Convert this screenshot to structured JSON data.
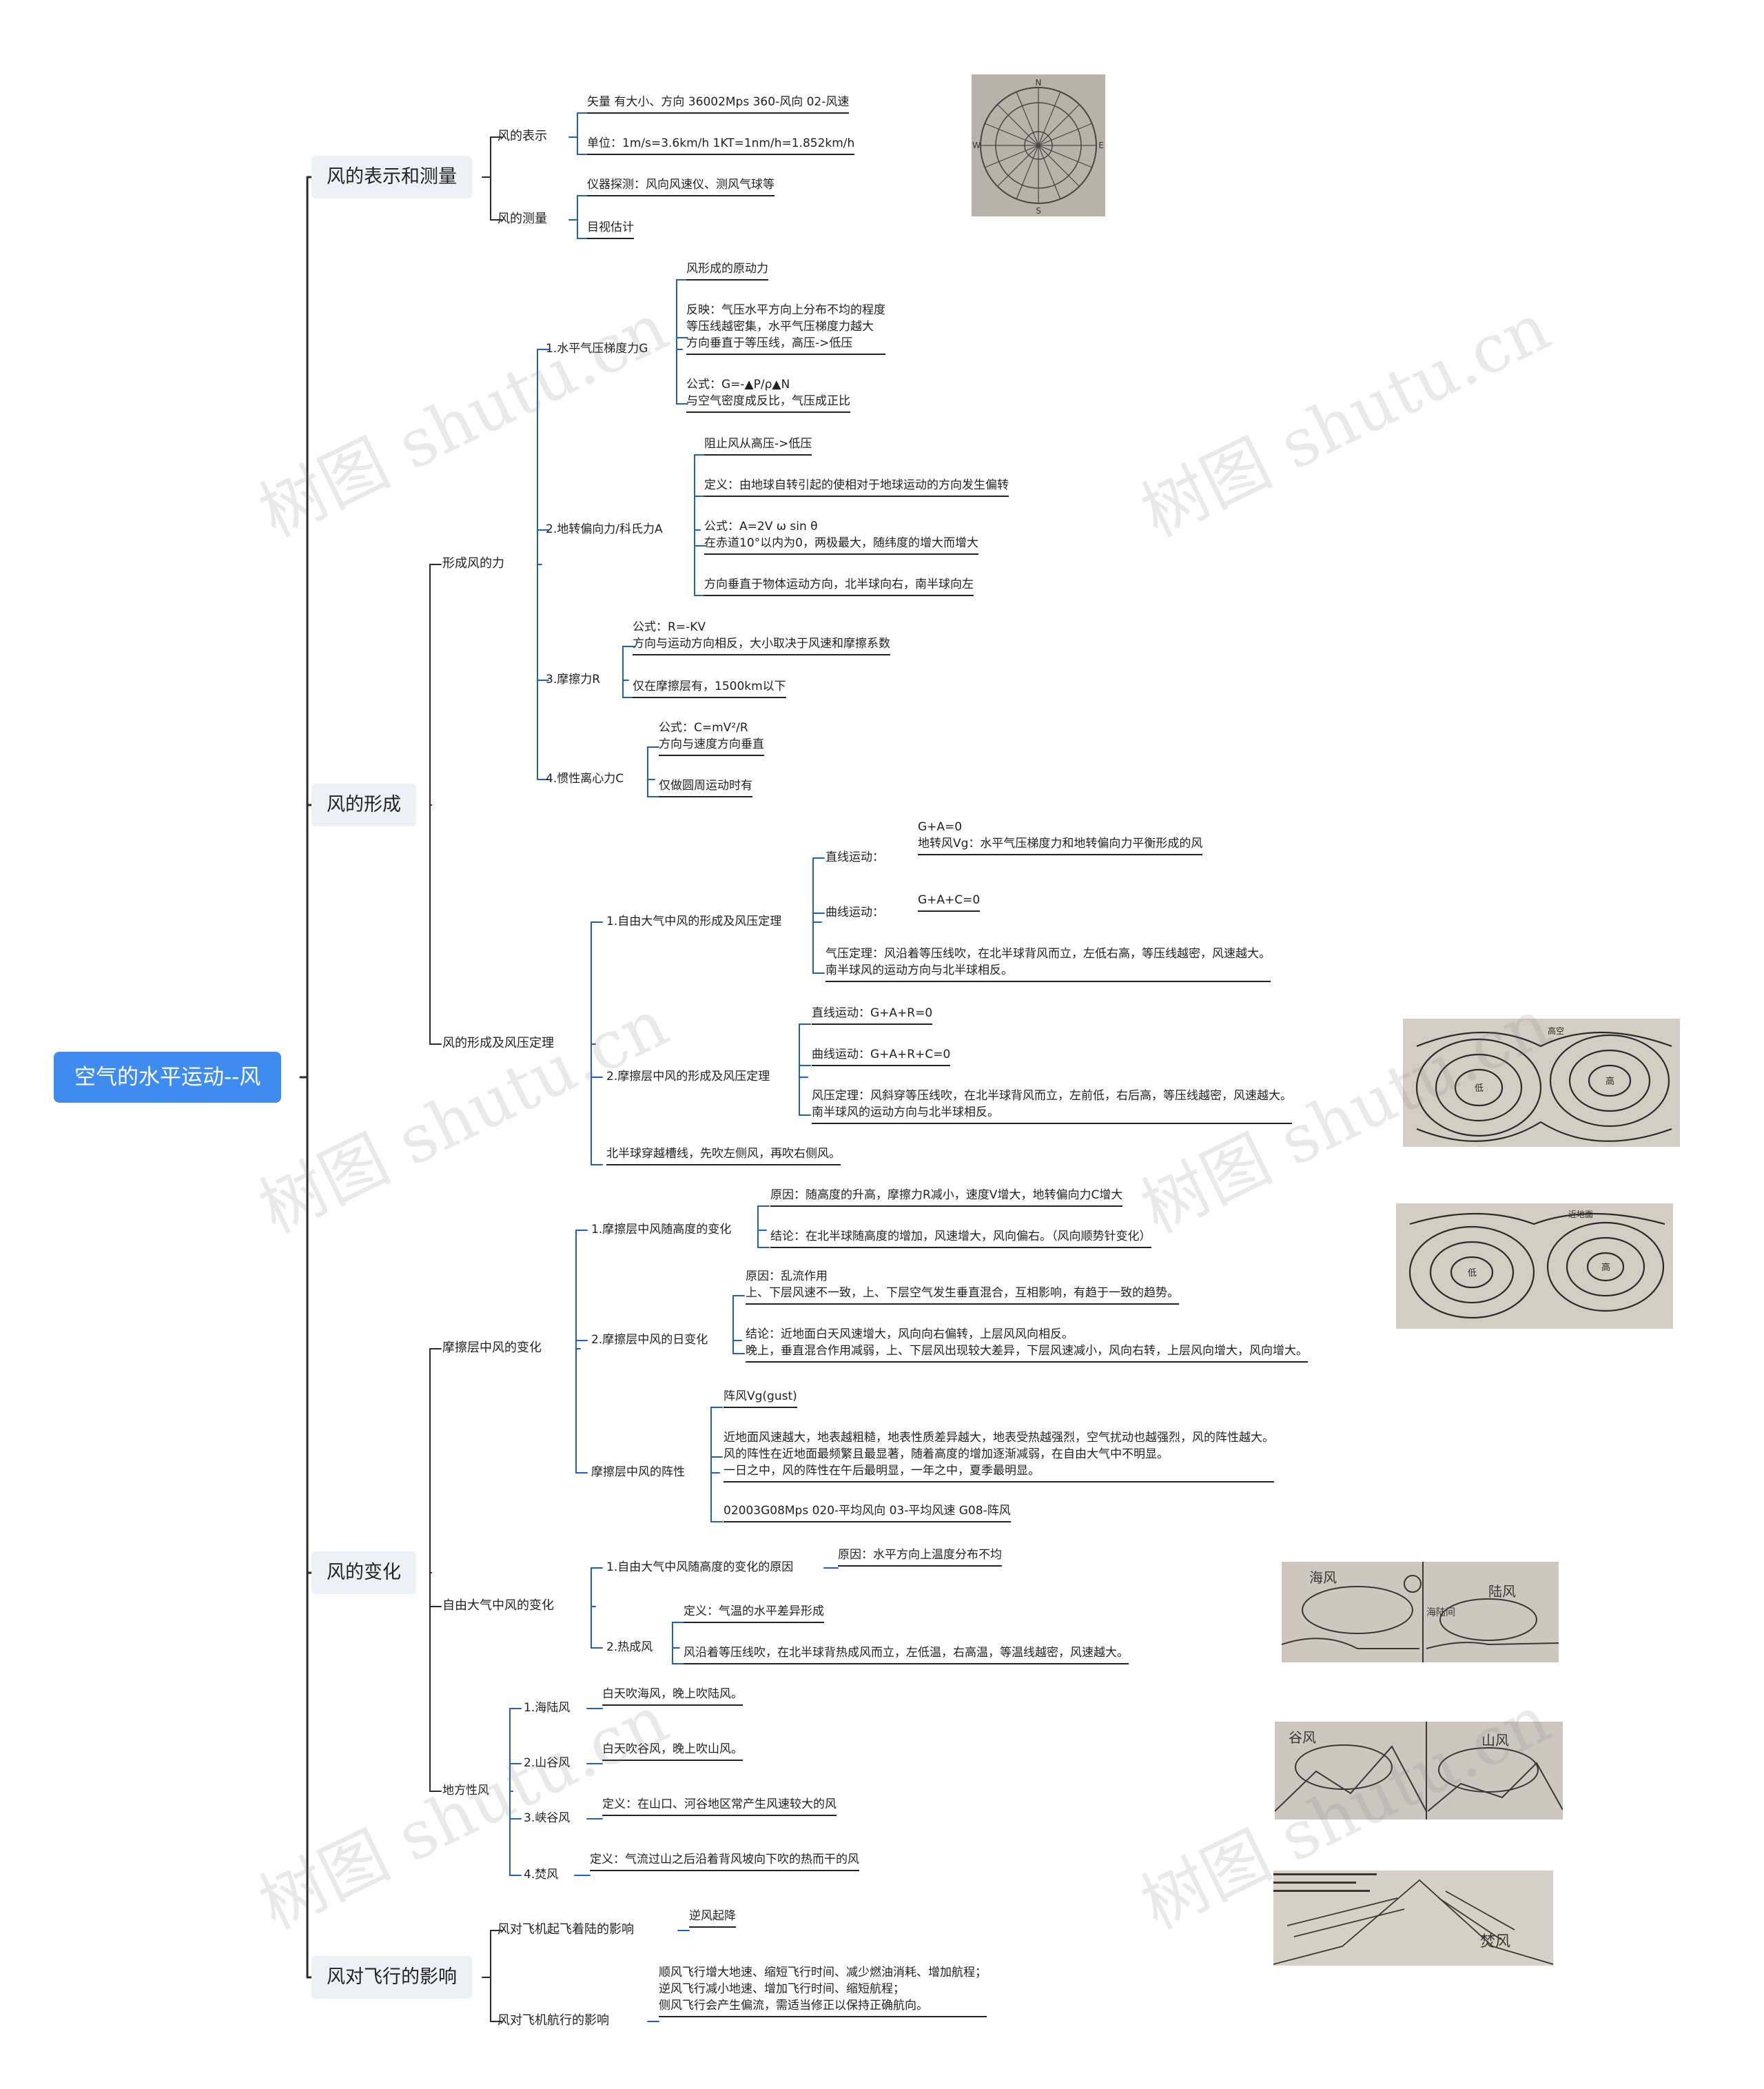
{
  "root": "空气的水平运动--风",
  "sections": {
    "s1": {
      "label": "风的表示和测量",
      "repr": "风的表示",
      "repr_leaf1": "矢量  有大小、方向       36002Mps  360-风向 02-风速",
      "repr_leaf2": "单位：1m/s=3.6km/h    1KT=1nm/h=1.852km/h",
      "meas": "风的测量",
      "meas_leaf1": "仪器探测：风向风速仪、测风气球等",
      "meas_leaf2": "目视估计"
    },
    "s2": {
      "label": "风的形成",
      "forces": "形成风的力",
      "g": "1.水平气压梯度力G",
      "g_leaf1": "风形成的原动力",
      "g_leaf2": [
        "反映：气压水平方向上分布不均的程度",
        "等压线越密集，水平气压梯度力越大",
        "方向垂直于等压线，高压->低压"
      ],
      "g_leaf3": [
        "公式：G=-▲P/ρ▲N",
        "与空气密度成反比，气压成正比"
      ],
      "a": "2.地转偏向力/科氏力A",
      "a_leaf1": "阻止风从高压->低压",
      "a_leaf2": "定义：由地球自转引起的使相对于地球运动的方向发生偏转",
      "a_leaf3": [
        "公式：A=2V ω sin θ",
        "在赤道10°以内为0，两极最大，随纬度的增大而增大"
      ],
      "a_leaf4": "方向垂直于物体运动方向，北半球向右，南半球向左",
      "r": "3.摩擦力R",
      "r_leaf1": [
        "公式：R=-KV",
        "方向与运动方向相反，大小取决于风速和摩擦系数"
      ],
      "r_leaf2": "仅在摩擦层有，1500km以下",
      "c": "4.惯性离心力C",
      "c_leaf1": [
        "公式：C=mV²/R",
        "方向与速度方向垂直"
      ],
      "c_leaf2": "仅做圆周运动时有",
      "law": "风的形成及风压定理",
      "free": "1.自由大气中风的形成及风压定理",
      "free_straight": "直线运动：",
      "free_straight_leaf": [
        "G+A=0",
        "地转风Vg：水平气压梯度力和地转偏向力平衡形成的风"
      ],
      "free_curve": "曲线运动：",
      "free_curve_leaf": "G+A+C=0",
      "free_law": [
        "气压定理：风沿着等压线吹，在北半球背风而立，左低右高，等压线越密，风速越大。",
        "南半球风的运动方向与北半球相反。"
      ],
      "fric": "2.摩擦层中风的形成及风压定理",
      "fric_leaf1": "直线运动：G+A+R=0",
      "fric_leaf2": "曲线运动：G+A+R+C=0",
      "fric_leaf3": [
        "风压定理：风斜穿等压线吹，在北半球背风而立，左前低，右后高，等压线越密，风速越大。",
        "南半球风的运动方向与北半球相反。"
      ],
      "trough": "北半球穿越槽线，先吹左侧风，再吹右侧风。"
    },
    "s3": {
      "label": "风的变化",
      "fl": "摩擦层中风的变化",
      "h": "1.摩擦层中风随高度的变化",
      "h_leaf1": "原因：随高度的升高，摩擦力R减小，速度V增大，地转偏向力C增大",
      "h_leaf2": "结论：在北半球随高度的增加，风速增大，风向偏右。（风向顺势针变化）",
      "d": "2.摩擦层中风的日变化",
      "d_leaf1": [
        "原因：乱流作用",
        "上、下层风速不一致，上、下层空气发生垂直混合，互相影响，有趋于一致的趋势。"
      ],
      "d_leaf2": [
        "结论：近地面白天风速增大，风向向右偏转，上层风风向相反。",
        "晚上，垂直混合作用减弱，上、下层风出现较大差异，下层风速减小，风向右转，上层风向增大，风向增大。"
      ],
      "g": "摩擦层中风的阵性",
      "g_leaf1": "阵风Vg(gust)",
      "g_leaf2": [
        "近地面风速越大，地表越粗糙，地表性质差异越大，地表受热越强烈，空气扰动也越强烈，风的阵性越大。",
        "风的阵性在近地面最频繁且最显著，随着高度的增加逐渐减弱，在自由大气中不明显。",
        "一日之中，风的阵性在午后最明显，一年之中，夏季最明显。"
      ],
      "g_leaf3": "02003G08Mps  020-平均风向  03-平均风速  G08-阵风",
      "free": "自由大气中风的变化",
      "fh": "1.自由大气中风随高度的变化的原因",
      "fh_leaf": "原因：水平方向上温度分布不均",
      "tw": "2.热成风",
      "tw_leaf1": "定义：气温的水平差异形成",
      "tw_leaf2": "风沿着等压线吹，在北半球背热成风而立，左低温，右高温，等温线越密，风速越大。",
      "local": "地方性风",
      "sea": "1.海陆风",
      "sea_leaf": "白天吹海风，晚上吹陆风。",
      "valley": "2.山谷风",
      "valley_leaf": "白天吹谷风，晚上吹山风。",
      "gorge": "3.峡谷风",
      "gorge_leaf": "定义：在山口、河谷地区常产生风速较大的风",
      "foehn": "4.焚风",
      "foehn_leaf": "定义：气流过山之后沿着背风坡向下吹的热而干的风"
    },
    "s4": {
      "label": "风对飞行的影响",
      "t": "风对飞机起飞着陆的影响",
      "t_leaf": "逆风起降",
      "c": "风对飞机航行的影响",
      "c_leaf": [
        "顺风飞行增大地速、缩短飞行时间、减少燃油消耗、增加航程；",
        "逆风飞行减小地速、增加飞行时间、缩短航程；",
        "侧风飞行会产生偏流，需适当修正以保持正确航向。"
      ]
    }
  },
  "photos": {
    "compass_labels": [
      "N",
      "E",
      "S",
      "W"
    ],
    "high_label": "高空",
    "surface_label": "近地面",
    "low": "低",
    "high": "高",
    "sea_day": "海风",
    "sea_night": "陆风",
    "sea_note": "海陆间",
    "valley_day": "谷风",
    "valley_night": "山风",
    "foehn_text": "焚风"
  },
  "watermark": "树图 shutu.cn",
  "colors": {
    "root": "#3f8cf1",
    "line": "#1f5fbf",
    "l1bg": "#edf0f5"
  }
}
